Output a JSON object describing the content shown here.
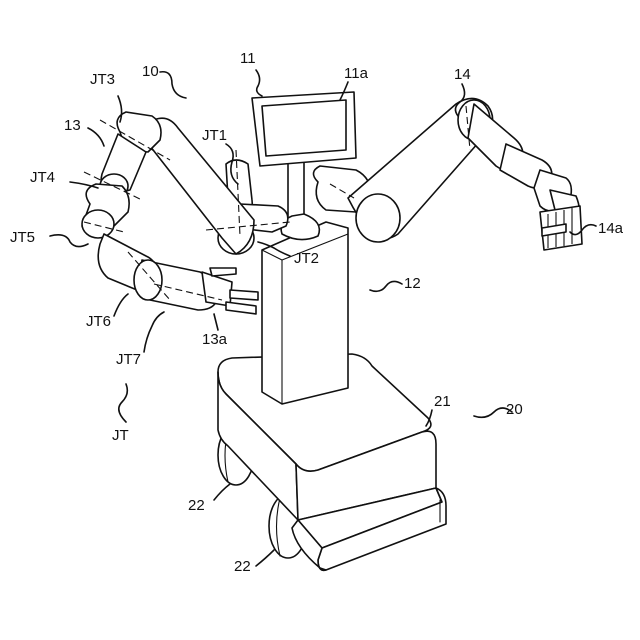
{
  "labels": {
    "robot": "10",
    "display_unit": "11",
    "display_screen": "11a",
    "body": "12",
    "arm_left": "13",
    "hand_left": "13a",
    "arm_right": "14",
    "hand_right": "14a",
    "carriage": "20",
    "carriage_body": "21",
    "wheel_front": "22",
    "wheel_rear": "22",
    "jt1": "JT1",
    "jt2": "JT2",
    "jt3": "JT3",
    "jt4": "JT4",
    "jt5": "JT5",
    "jt6": "JT6",
    "jt7": "JT7",
    "jt": "JT"
  }
}
